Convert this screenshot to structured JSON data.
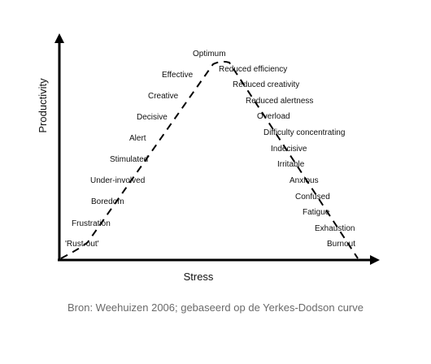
{
  "diagram": {
    "y_axis_label": "Productivity",
    "x_axis_label": "Stress",
    "curve_labels": [
      "'Rust-out'",
      "Frustration",
      "Boredom",
      "Under-involved",
      "Stimulated",
      "Alert",
      "Decisive",
      "Creative",
      "Effective",
      "Optimum",
      "Reduced efficiency",
      "Reduced creativity",
      "Reduced alertness",
      "Overload",
      "Difficulty concentrating",
      "Indecisive",
      "Irritable",
      "Anxious",
      "Confused",
      "Fatigue",
      "Exhaustion",
      "Burnout"
    ]
  },
  "caption": "Bron: Weehuizen 2006; gebaseerd op de Yerkes-Dodson curve"
}
